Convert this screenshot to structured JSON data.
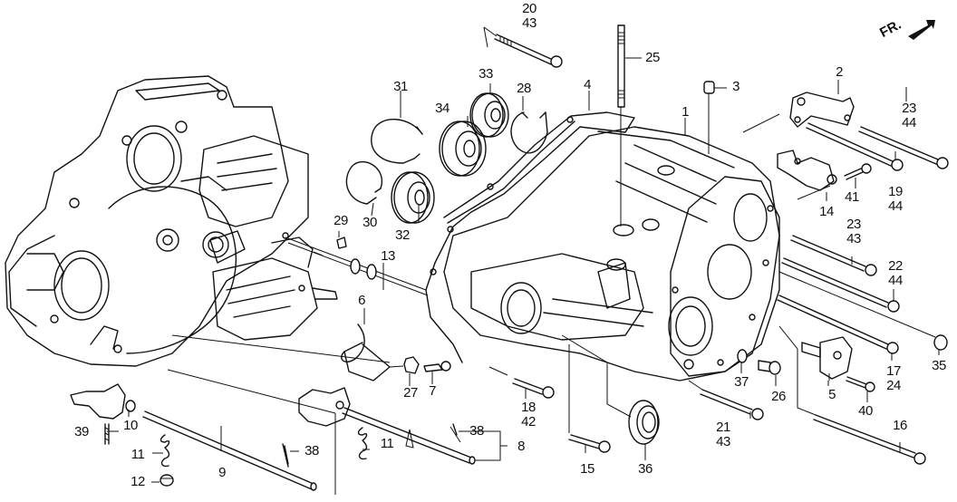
{
  "diagram": {
    "title": "Transmission Case (Exploded View)",
    "direction_indicator": {
      "label": "FR.",
      "icon": "front-direction-arrow-icon"
    },
    "callouts": [
      {
        "id": "c1",
        "lines": [
          "1"
        ]
      },
      {
        "id": "c2",
        "lines": [
          "2"
        ]
      },
      {
        "id": "c3",
        "lines": [
          "3"
        ]
      },
      {
        "id": "c4",
        "lines": [
          "4"
        ]
      },
      {
        "id": "c5",
        "lines": [
          "5"
        ]
      },
      {
        "id": "c6",
        "lines": [
          "6"
        ]
      },
      {
        "id": "c7",
        "lines": [
          "7"
        ]
      },
      {
        "id": "c8",
        "lines": [
          "8"
        ]
      },
      {
        "id": "c9",
        "lines": [
          "9"
        ]
      },
      {
        "id": "c10",
        "lines": [
          "10"
        ]
      },
      {
        "id": "c11a",
        "lines": [
          "11"
        ]
      },
      {
        "id": "c11b",
        "lines": [
          "11"
        ]
      },
      {
        "id": "c12",
        "lines": [
          "12"
        ]
      },
      {
        "id": "c13",
        "lines": [
          "13"
        ]
      },
      {
        "id": "c14",
        "lines": [
          "14"
        ]
      },
      {
        "id": "c15",
        "lines": [
          "15"
        ]
      },
      {
        "id": "c16",
        "lines": [
          "16"
        ]
      },
      {
        "id": "c17",
        "lines": [
          "17",
          "24"
        ]
      },
      {
        "id": "c18",
        "lines": [
          "18",
          "42"
        ]
      },
      {
        "id": "c19",
        "lines": [
          "19",
          "44"
        ]
      },
      {
        "id": "c20",
        "lines": [
          "20",
          "43"
        ]
      },
      {
        "id": "c21",
        "lines": [
          "21",
          "43"
        ]
      },
      {
        "id": "c22",
        "lines": [
          "22",
          "44"
        ]
      },
      {
        "id": "c23a",
        "lines": [
          "23",
          "44"
        ]
      },
      {
        "id": "c23b",
        "lines": [
          "23",
          "43"
        ]
      },
      {
        "id": "c25",
        "lines": [
          "25"
        ]
      },
      {
        "id": "c26",
        "lines": [
          "26"
        ]
      },
      {
        "id": "c27",
        "lines": [
          "27"
        ]
      },
      {
        "id": "c28",
        "lines": [
          "28"
        ]
      },
      {
        "id": "c29",
        "lines": [
          "29"
        ]
      },
      {
        "id": "c30",
        "lines": [
          "30"
        ]
      },
      {
        "id": "c31",
        "lines": [
          "31"
        ]
      },
      {
        "id": "c32",
        "lines": [
          "32"
        ]
      },
      {
        "id": "c33",
        "lines": [
          "33"
        ]
      },
      {
        "id": "c34",
        "lines": [
          "34"
        ]
      },
      {
        "id": "c35",
        "lines": [
          "35"
        ]
      },
      {
        "id": "c36",
        "lines": [
          "36"
        ]
      },
      {
        "id": "c37",
        "lines": [
          "37"
        ]
      },
      {
        "id": "c38a",
        "lines": [
          "38"
        ]
      },
      {
        "id": "c38b",
        "lines": [
          "38"
        ]
      },
      {
        "id": "c39",
        "lines": [
          "39"
        ]
      },
      {
        "id": "c40",
        "lines": [
          "40"
        ]
      },
      {
        "id": "c41",
        "lines": [
          "41"
        ]
      }
    ]
  }
}
